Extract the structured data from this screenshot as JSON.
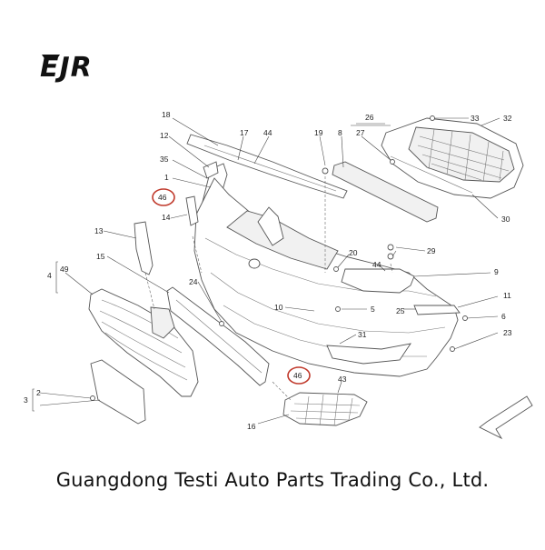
{
  "brand": {
    "logo_text": "EJR"
  },
  "caption": "Guangdong Testi Auto Parts Trading Co., Ltd.",
  "callouts": [
    {
      "id": "c18",
      "label": "18"
    },
    {
      "id": "c17",
      "label": "17"
    },
    {
      "id": "c44a",
      "label": "44"
    },
    {
      "id": "c19",
      "label": "19"
    },
    {
      "id": "c8",
      "label": "8"
    },
    {
      "id": "c26",
      "label": "26"
    },
    {
      "id": "c27",
      "label": "27"
    },
    {
      "id": "c33",
      "label": "33"
    },
    {
      "id": "c32",
      "label": "32"
    },
    {
      "id": "c12",
      "label": "12"
    },
    {
      "id": "c35",
      "label": "35"
    },
    {
      "id": "c1",
      "label": "1"
    },
    {
      "id": "c46a",
      "label": "46"
    },
    {
      "id": "c14",
      "label": "14"
    },
    {
      "id": "c30",
      "label": "30"
    },
    {
      "id": "c13",
      "label": "13"
    },
    {
      "id": "c15",
      "label": "15"
    },
    {
      "id": "c29",
      "label": "29"
    },
    {
      "id": "c20",
      "label": "20"
    },
    {
      "id": "c44b",
      "label": "44"
    },
    {
      "id": "c9",
      "label": "9"
    },
    {
      "id": "c4",
      "label": "4"
    },
    {
      "id": "c49",
      "label": "49"
    },
    {
      "id": "c24",
      "label": "24"
    },
    {
      "id": "c11",
      "label": "11"
    },
    {
      "id": "c10",
      "label": "10"
    },
    {
      "id": "c5",
      "label": "5"
    },
    {
      "id": "c25",
      "label": "25"
    },
    {
      "id": "c6",
      "label": "6"
    },
    {
      "id": "c23",
      "label": "23"
    },
    {
      "id": "c31",
      "label": "31"
    },
    {
      "id": "c46b",
      "label": "46"
    },
    {
      "id": "c43",
      "label": "43"
    },
    {
      "id": "c2",
      "label": "2"
    },
    {
      "id": "c3",
      "label": "3"
    },
    {
      "id": "c16",
      "label": "16"
    }
  ],
  "colors": {
    "highlight_ring": "#c0392b",
    "line": "#555555",
    "text": "#222222"
  }
}
